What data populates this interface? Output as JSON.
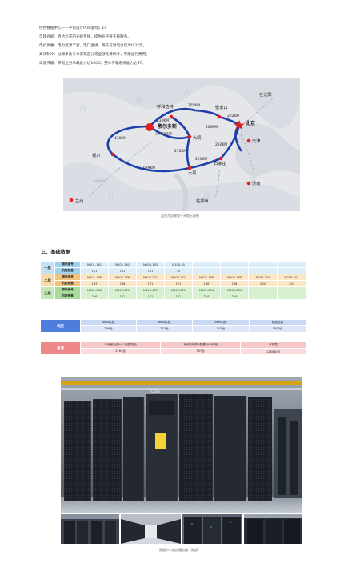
{
  "intro": {
    "lines": [
      "绿色数据中心——平均设计PUE值为1.37",
      "自建光缆：直达北京的光缆专线，提供光纤骨干级服务。",
      "电价优惠：电力资源丰富，电厂直供，每千瓦时电价仅为0.32元。",
      "高效制冷：过渡季及冬季实现部分或全部免费供冷，节能运行费用。",
      "高速传输：带宽业务承载能力达100G，整体传输系统能力达8T。"
    ]
  },
  "map": {
    "caption": "蓝色为自建骨干光缆示意图",
    "cities": {
      "ordos": "鄂尔多斯",
      "ordos_sub": "（云计算产业园）",
      "hohhot": "呼和浩特",
      "zhangjiakou": "张家口",
      "beijing": "北京",
      "datong": "大同",
      "tianjin": "天津",
      "shijiazhuang": "石家庄",
      "taiyuan": "太原",
      "yinchuan": "银川",
      "lanzhou": "兰州",
      "jinan": "济南",
      "to_shenyang": "往沈阳",
      "to_zhengzhou": "往郑州"
    },
    "distances": {
      "hohhot_zhangjiakou": "305KM",
      "ordos_hohhot": "230KM",
      "zhangjiakou_beijing": "202KM",
      "hohhot_datong": "209KM",
      "ordos_yinchuan": "430KM",
      "datong_taiyuan": "276KM",
      "beijing_shijiazhuang": "292KM",
      "taiyuan_shijiazhuang": "221KM",
      "yinchuan_taiyuan": "699KM",
      "faint_left": "440KM"
    },
    "colors": {
      "route": "#1e3ea8",
      "city": "#e02020",
      "capital_star": "#e02020"
    }
  },
  "section": {
    "title": "三、基础数据"
  },
  "fiber_table": {
    "groups": [
      {
        "name": "一层",
        "rows": [
          {
            "label": "模块编号",
            "cells": [
              "M101-161",
              "M102-161",
              "M103-163",
              "M104-35",
              "",
              "",
              "",
              ""
            ]
          },
          {
            "label": "机柜数量",
            "cells": [
              "101",
              "161",
              "101",
              "35",
              "",
              "",
              "",
              ""
            ]
          }
        ]
      },
      {
        "name": "二层",
        "rows": [
          {
            "label": "模块编号",
            "cells": [
              "M201-136",
              "M202-136",
              "M203-171",
              "M204-171",
              "M205-188",
              "M206-188",
              "M207-204",
              "M208-204"
            ]
          },
          {
            "label": "机柜数量",
            "cells": [
              "163",
              "136",
              "171",
              "171",
              "188",
              "188",
              "204",
              "204"
            ]
          }
        ]
      },
      {
        "name": "三层",
        "rows": [
          {
            "label": "模块编号",
            "cells": [
              "M301-136",
              "M303-171",
              "M305-171",
              "M306-171",
              "M307-204",
              "M308-204",
              "",
              ""
            ]
          },
          {
            "label": "机柜数量",
            "cells": [
              "136",
              "171",
              "171",
              "171",
              "204",
              "204",
              "",
              ""
            ]
          }
        ]
      }
    ]
  },
  "rack_table": {
    "head": "机柜",
    "types": [
      "4KW机柜",
      "6KW机柜",
      "8KW机柜",
      "机柜总数"
    ],
    "counts": [
      "299台",
      "715台",
      "141台",
      "1006台"
    ]
  },
  "power_table": {
    "head": "电源",
    "types": [
      "不间断电源N+1配置机柜",
      "不间断电源N配置4KW机柜",
      "IT负载"
    ],
    "counts": [
      "2264台",
      "767台",
      "12808kW"
    ]
  },
  "photo": {
    "caption": "数据中心机房服务器（局部）",
    "brand": "YOSO"
  }
}
